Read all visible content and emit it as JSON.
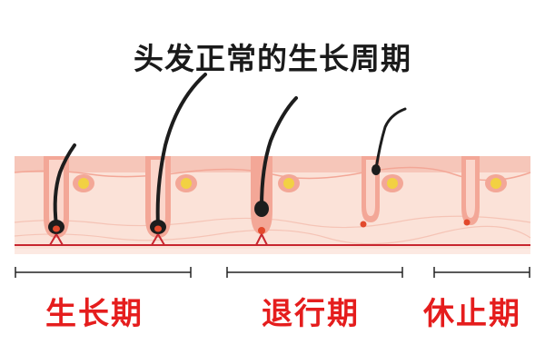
{
  "title": "头发正常的生长周期",
  "phases": [
    {
      "label": "生长期"
    },
    {
      "label": "退行期"
    },
    {
      "label": "休止期"
    }
  ],
  "colors": {
    "skin_top": "#f6c6b9",
    "skin_dermis": "#fbe2d8",
    "follicle": "#f3a797",
    "hair": "#1d1d1d",
    "gland": "#f2d143",
    "vessel": "#c8262f",
    "label_red": "#e51d1d",
    "bracket": "#222222"
  }
}
